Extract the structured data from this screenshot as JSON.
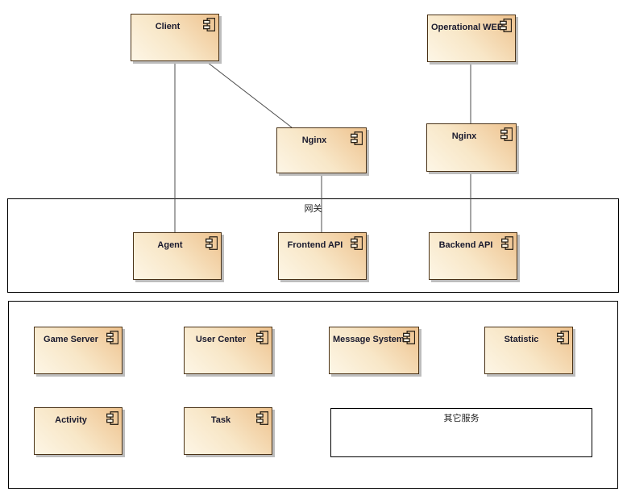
{
  "diagram": {
    "nodes": {
      "client": {
        "label": "Client"
      },
      "operational_web": {
        "label": "Operational WEB"
      },
      "nginx_left": {
        "label": "Nginx"
      },
      "nginx_right": {
        "label": "Nginx"
      },
      "agent": {
        "label": "Agent"
      },
      "frontend_api": {
        "label": "Frontend API"
      },
      "backend_api": {
        "label": "Backend API"
      },
      "game_server": {
        "label": "Game Server"
      },
      "user_center": {
        "label": "User Center"
      },
      "message_system": {
        "label": "Message System"
      },
      "statistic": {
        "label": "Statistic"
      },
      "activity": {
        "label": "Activity"
      },
      "task": {
        "label": "Task"
      }
    },
    "containers": {
      "gateway": {
        "label": "网关"
      },
      "other_services": {
        "label": "其它服务"
      }
    },
    "connectors": [
      {
        "from": "client",
        "to": "agent"
      },
      {
        "from": "client",
        "to": "nginx_left"
      },
      {
        "from": "nginx_left",
        "to": "frontend_api"
      },
      {
        "from": "operational_web",
        "to": "nginx_right"
      },
      {
        "from": "nginx_right",
        "to": "backend_api"
      }
    ],
    "colors": {
      "node_fill_light": "#fdf6e6",
      "node_fill_dark": "#eec28e",
      "node_border": "#4a3216",
      "node_shadow": "#bdbdbd",
      "connector": "#4d4d4d",
      "container_border": "#000000",
      "label_text": "#1a1a2e"
    }
  }
}
